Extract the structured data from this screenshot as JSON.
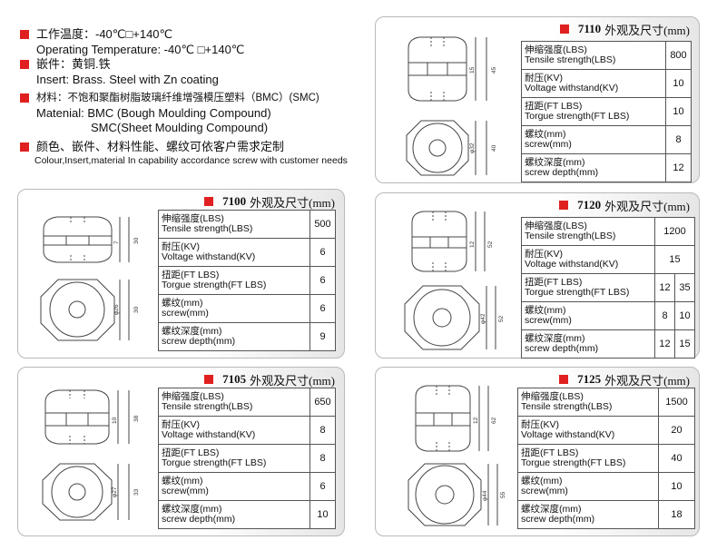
{
  "intro": {
    "temp_cn": "工作温度：-40℃□+140℃",
    "temp_en": "Operating Temperature: -40℃ □+140℃",
    "insert_cn": "嵌件：黄铜.铁",
    "insert_en": "Insert: Brass. Steel with Zn coating",
    "material_cn": "材料：不饱和聚酯树脂玻璃纤维增强模压塑料（BMC）(SMC)",
    "material_en1": "Matenial: BMC (Bough Moulding Compound)",
    "material_en2": "SMC(Sheet Moulding Compound)",
    "custom_cn": "颜色、嵌件、材料性能、螺纹可依客户需求定制",
    "custom_en": "Colour,Insert,material In capability accordance screw with customer needs"
  },
  "labels": {
    "tensile_cn": "伸缩强度(LBS)",
    "tensile_en": "Tensile strength(LBS)",
    "voltage_cn": "耐压(KV)",
    "voltage_en": "Voltage withstand(KV)",
    "torque_cn": "扭距(FT LBS)",
    "torque_en": "Torgue strength(FT LBS)",
    "screw_cn": "螺纹(mm)",
    "screw_en": "screw(mm)",
    "depth_cn": "螺纹深度(mm)",
    "depth_en": "screw depth(mm)",
    "title_suffix": "外观及尺寸(mm)"
  },
  "models": {
    "m7100": {
      "model": "7100",
      "tensile": "500",
      "voltage": "6",
      "torque": "6",
      "screw": "6",
      "depth": "9",
      "dims": {
        "h1": "7",
        "h2": "30",
        "d1": "φ26",
        "d2": "30"
      }
    },
    "m7105": {
      "model": "7105",
      "tensile": "650",
      "voltage": "8",
      "torque": "8",
      "screw": "6",
      "depth": "10",
      "dims": {
        "h1": "10",
        "h2": "38",
        "d1": "φ27",
        "d2": "33"
      }
    },
    "m7110": {
      "model": "7110",
      "tensile": "800",
      "voltage": "10",
      "torque": "10",
      "screw": "8",
      "depth": "12",
      "dims": {
        "h1": "15",
        "h2": "45",
        "d1": "φ32",
        "d2": "40"
      }
    },
    "m7120": {
      "model": "7120",
      "tensile": "1200",
      "voltage": "15",
      "torque_a": "12",
      "torque_b": "35",
      "screw_a": "8",
      "screw_b": "10",
      "depth_a": "12",
      "depth_b": "15",
      "dims": {
        "h1": "12",
        "h2": "52",
        "d1": "φ42",
        "d2": "52"
      }
    },
    "m7125": {
      "model": "7125",
      "tensile": "1500",
      "voltage": "20",
      "torque": "40",
      "screw": "10",
      "depth": "18",
      "dims": {
        "h1": "12",
        "h2": "62",
        "d1": "φ44",
        "d2": "55"
      }
    }
  }
}
